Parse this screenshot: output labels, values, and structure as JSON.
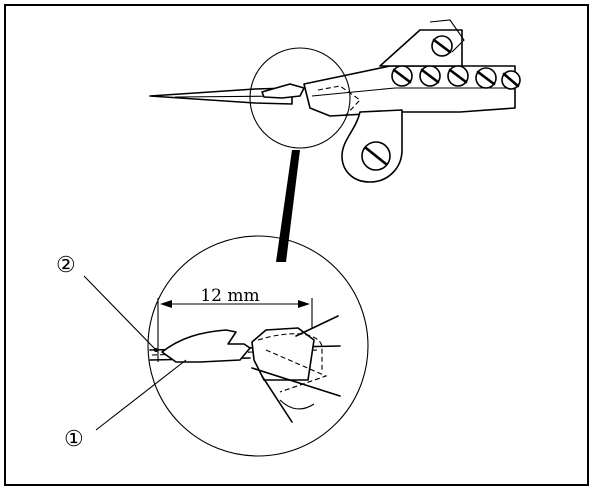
{
  "labels": {
    "measurement": "12  mm",
    "callout_1": "①",
    "callout_2": "②"
  },
  "icons": {
    "screw": "slotted-screw",
    "blade": "needle-blade"
  },
  "colors": {
    "ink": "#000000",
    "paper": "#ffffff"
  }
}
